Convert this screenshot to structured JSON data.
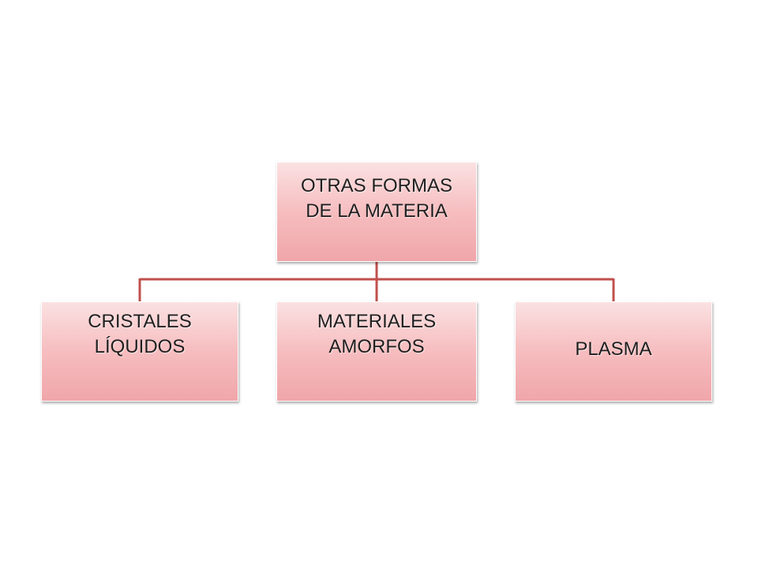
{
  "diagram": {
    "root": {
      "label": "OTRAS FORMAS\nDE LA  MATERIA"
    },
    "children": [
      {
        "label": "CRISTALES\nLÍQUIDOS"
      },
      {
        "label": "MATERIALES\nAMORFOS"
      },
      {
        "label": "PLASMA"
      }
    ]
  },
  "colors": {
    "box_fill_top": "#fbe1e2",
    "box_fill_bottom": "#f0a6aa",
    "connector": "#c0504d",
    "text": "#1f1f1f"
  }
}
